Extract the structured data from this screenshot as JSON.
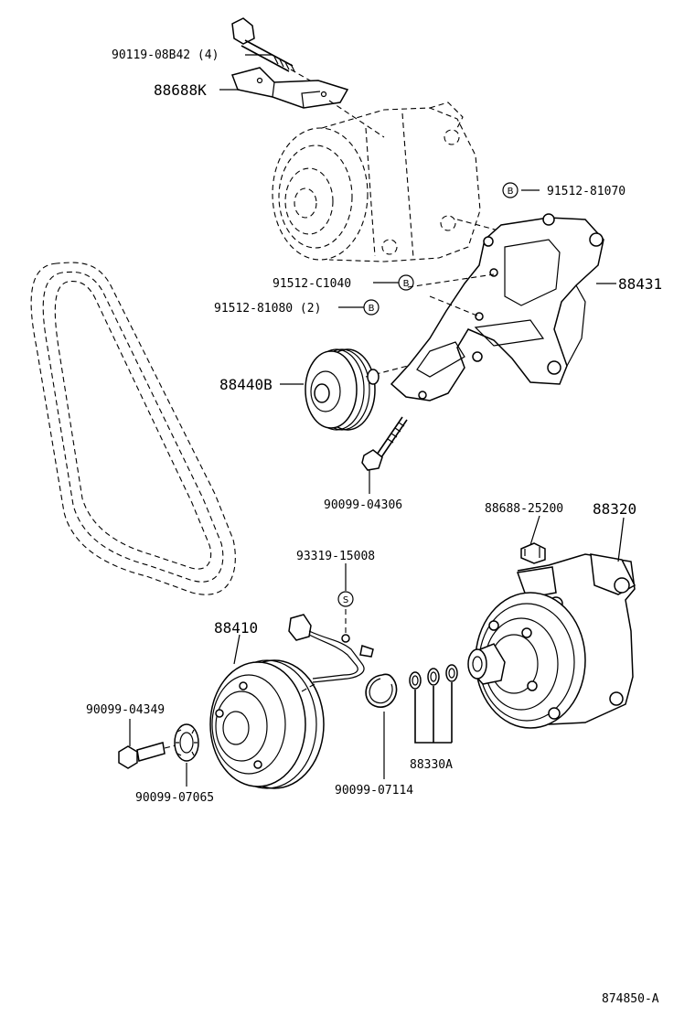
{
  "parts": {
    "bolt_top": "90119-08B42 (4)",
    "bracket_top": "88688K",
    "bolt_b1": "91512-81070",
    "bolt_b2": "91512-C1040",
    "bolt_b3": "91512-81080 (2)",
    "bracket_main": "88431",
    "idler_pulley": "88440B",
    "idler_bolt": "90099-04306",
    "clip": "88688-25200",
    "compressor": "88320",
    "switch": "93319-15008",
    "clutch": "88410",
    "clutch_bolt": "90099-04349",
    "washer": "90099-07065",
    "snap_ring": "90099-07114",
    "shims": "88330A"
  },
  "markers": {
    "b": "B",
    "s": "S"
  },
  "figure_id": "874850-A"
}
